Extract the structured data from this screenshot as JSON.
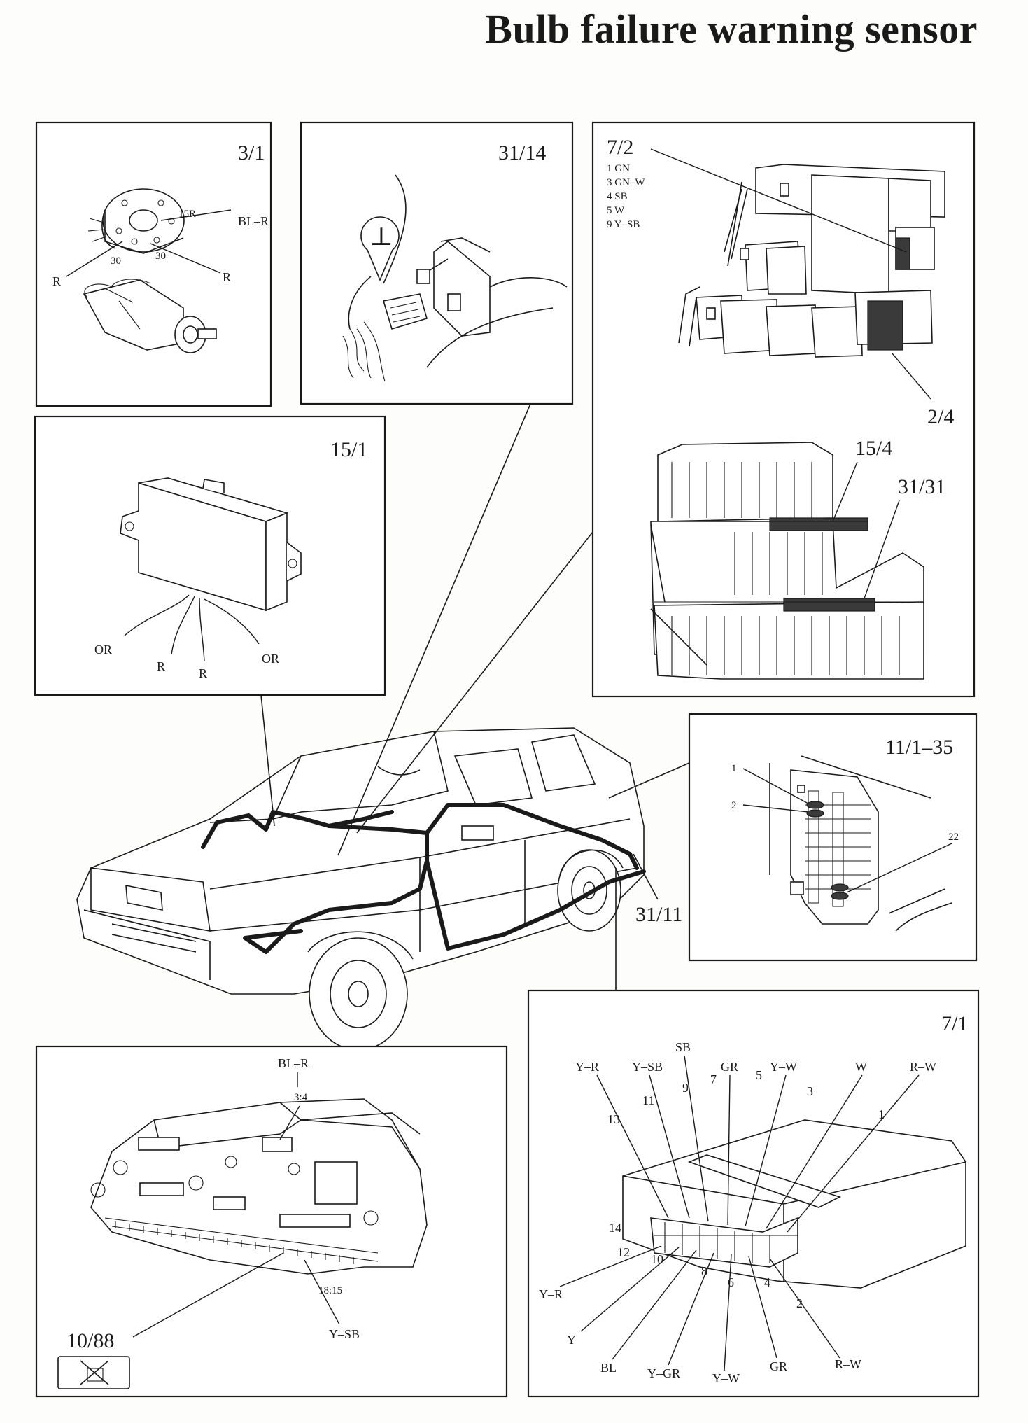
{
  "title": "Bulb failure warning sensor",
  "panels": {
    "ignition": {
      "id": "3/1",
      "labels": [
        "15R",
        "BL–R",
        "30",
        "30",
        "R",
        "R"
      ]
    },
    "ground": {
      "id": "31/14",
      "symbol": "⊥"
    },
    "relay_box": {
      "id": "7/2",
      "pins": [
        "1 GN",
        "3 GN–W",
        "4 SB",
        "5 W",
        "9 Y–SB"
      ],
      "refs": [
        "2/4",
        "15/4",
        "31/31"
      ]
    },
    "sensor": {
      "id": "15/1",
      "wires": [
        "OR",
        "R",
        "R",
        "OR"
      ]
    },
    "fuse_box": {
      "id": "11/1–35",
      "labels": [
        "1",
        "2",
        "22"
      ]
    },
    "instrument": {
      "id": "10/88",
      "labels": [
        "BL–R",
        "3:4",
        "18:15",
        "Y–SB"
      ]
    },
    "connector": {
      "id": "7/1",
      "top_wires": [
        "SB",
        "Y–R",
        "Y–SB",
        "GR",
        "Y–W",
        "W",
        "R–W"
      ],
      "top_pins": [
        "13",
        "11",
        "9",
        "7",
        "5",
        "3",
        "1"
      ],
      "bottom_pins": [
        "14",
        "12",
        "10",
        "8",
        "6",
        "4",
        "2"
      ],
      "bottom_wires": [
        "Y–R",
        "Y",
        "BL",
        "Y–GR",
        "Y–W",
        "GR",
        "R–W"
      ]
    },
    "car": {
      "ref": "31/11"
    }
  }
}
